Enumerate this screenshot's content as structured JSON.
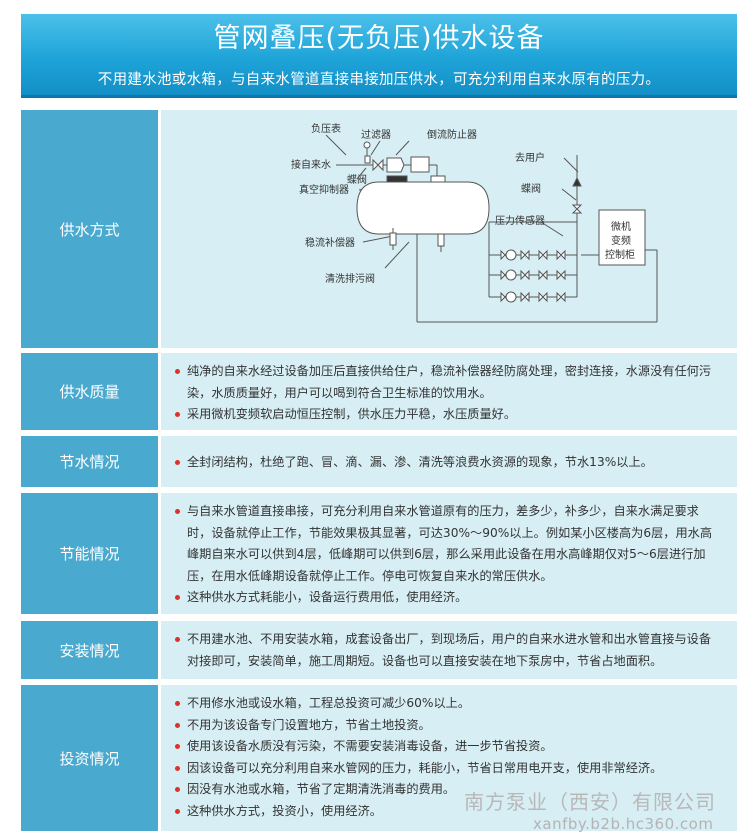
{
  "header": {
    "title": "管网叠压(无负压)供水设备",
    "subtitle": "不用建水池或水箱，与自来水管道直接串接加压供水，可充分利用自来水原有的压力。"
  },
  "diagram": {
    "labels": {
      "negative_gauge": "负压表",
      "filter": "过滤器",
      "backflow_preventer": "倒流防止器",
      "tap_water_inlet": "接自来水",
      "butterfly_valve_left": "蝶阀",
      "vacuum_suppressor": "真空抑制器",
      "stabilizer": "稳流补偿器",
      "drain_valve": "清洗排污阀",
      "to_user": "去用户",
      "butterfly_valve_right": "蝶阀",
      "pressure_sensor": "压力传感器",
      "controller": [
        "微机",
        "变频",
        "控制柜"
      ]
    }
  },
  "sections": [
    {
      "label": "供水方式",
      "items": []
    },
    {
      "label": "供水质量",
      "items": [
        "纯净的自来水经过设备加压后直接供给住户，稳流补偿器经防腐处理，密封连接，水源没有任何污染，水质质量好，用户可以喝到符合卫生标准的饮用水。",
        "采用微机变频软启动恒压控制，供水压力平稳，水压质量好。"
      ]
    },
    {
      "label": "节水情况",
      "items": [
        "全封闭结构，杜绝了跑、冒、滴、漏、渗、清洗等浪费水资源的现象，节水13%以上。"
      ]
    },
    {
      "label": "节能情况",
      "items": [
        "与自来水管道直接串接，可充分利用自来水管道原有的压力，差多少，补多少，自来水满足要求时，设备就停止工作，节能效果极其显著，可达30%～90%以上。例如某小区楼高为6层，用水高峰期自来水可以供到4层，低峰期可以供到6层，那么采用此设备在用水高峰期仅对5～6层进行加压，在用水低峰期设备就停止工作。停电可恢复自来水的常压供水。",
        "这种供水方式耗能小，设备运行费用低，使用经济。"
      ]
    },
    {
      "label": "安装情况",
      "items": [
        "不用建水池、不用安装水箱，成套设备出厂，到现场后，用户的自来水进水管和出水管直接与设备对接即可，安装简单，施工周期短。设备也可以直接安装在地下泵房中，节省占地面积。"
      ]
    },
    {
      "label": "投资情况",
      "items": [
        "不用修水池或设水箱，工程总投资可减少60%以上。",
        "不用为该设备专门设置地方，节省土地投资。",
        "使用该设备水质没有污染，不需要安装消毒设备，进一步节省投资。",
        "因该设备可以充分利用自来水管网的压力，耗能小，节省日常用电开支，使用非常经济。",
        "因没有水池或水箱，节省了定期清洗消毒的费用。",
        "这种供水方式，投资小，使用经济。"
      ]
    }
  ],
  "watermark": {
    "company": "南方泵业（西安）有限公司",
    "url": "xanfby.b2b.hc360.com"
  },
  "colors": {
    "header_blue": "#1ea4d8",
    "label_blue": "#49a9cf",
    "body_bg": "#d7eff4",
    "bullet_red": "#e0302a"
  }
}
